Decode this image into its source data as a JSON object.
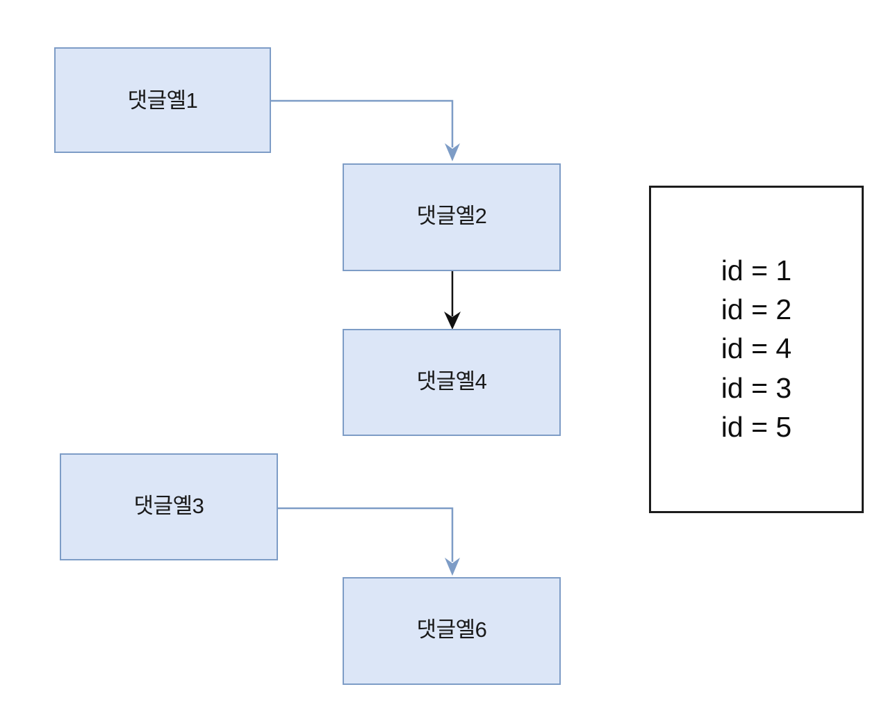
{
  "diagram": {
    "title": "comment hierarchy diagram",
    "background_color": "#ffffff",
    "node_fill_color": "#dce6f7",
    "node_border_color": "#7d9cc6",
    "blue_connector_color": "#7d9cc6",
    "black_connector_color": "#111111",
    "nodes": [
      {
        "id": "comment1",
        "label": "댓글옐1"
      },
      {
        "id": "comment2",
        "label": "댓글옐2"
      },
      {
        "id": "comment4",
        "label": "댓글옐4"
      },
      {
        "id": "comment3",
        "label": "댓글옐3"
      },
      {
        "id": "comment6",
        "label": "댓글옐6"
      }
    ],
    "edges": [
      {
        "from": "comment1",
        "to": "comment2",
        "style": "elbow",
        "color": "#7d9cc6"
      },
      {
        "from": "comment2",
        "to": "comment4",
        "style": "straight",
        "color": "#111111"
      },
      {
        "from": "comment3",
        "to": "comment6",
        "style": "elbow",
        "color": "#7d9cc6"
      }
    ]
  },
  "id_panel": {
    "border_color": "#1c1c1c",
    "rows": [
      {
        "text": "id = 1"
      },
      {
        "text": "id = 2"
      },
      {
        "text": "id = 4"
      },
      {
        "text": "id = 3"
      },
      {
        "text": "id = 5"
      }
    ]
  }
}
